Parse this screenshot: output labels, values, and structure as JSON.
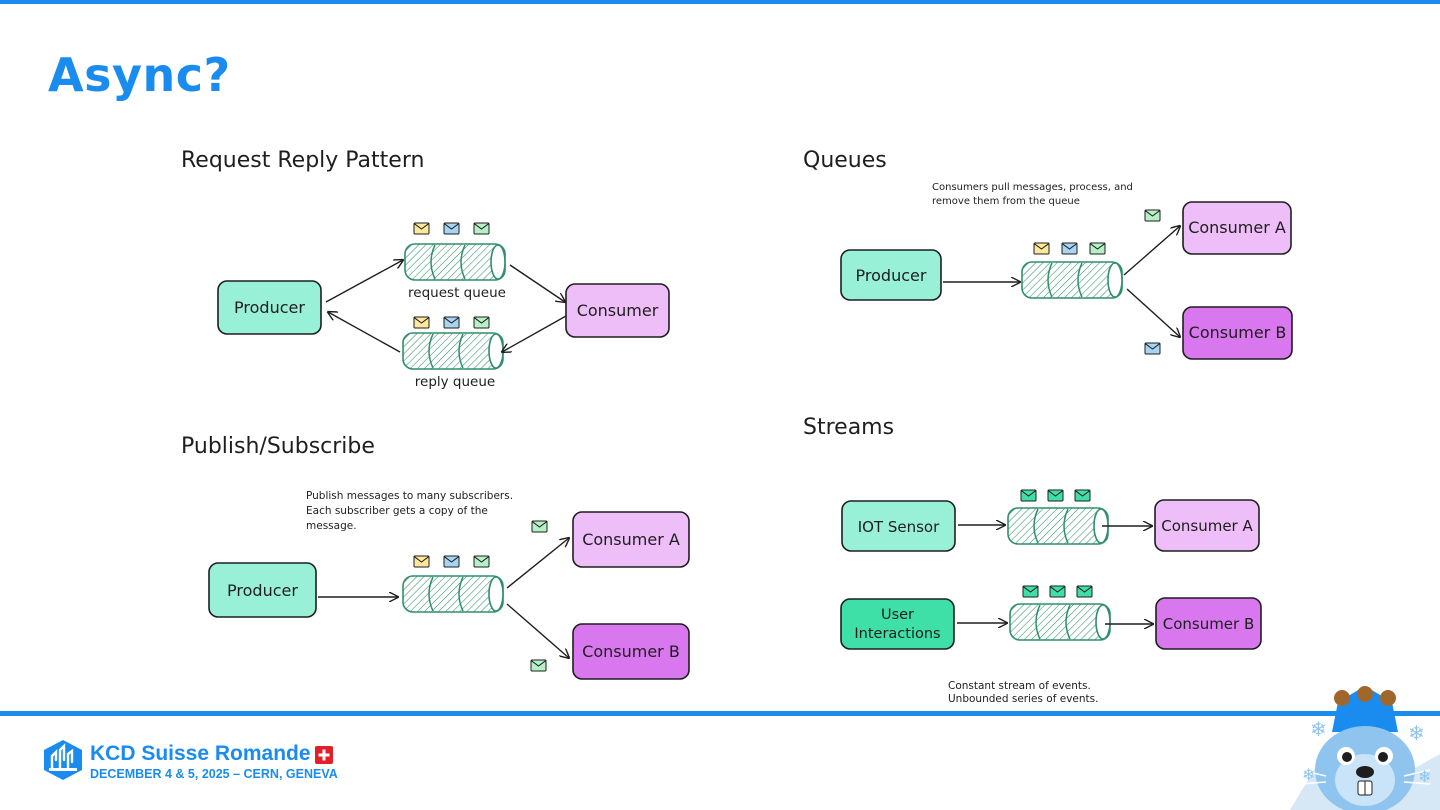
{
  "slide": {
    "title": "Async?"
  },
  "request_reply": {
    "heading": "Request Reply Pattern",
    "producer": "Producer",
    "consumer": "Consumer",
    "request_queue_label": "request queue",
    "reply_queue_label": "reply queue"
  },
  "queues": {
    "heading": "Queues",
    "note_line1": "Consumers pull messages, process, and",
    "note_line2": "remove them from the queue",
    "producer": "Producer",
    "consumer_a": "Consumer A",
    "consumer_b": "Consumer B"
  },
  "pubsub": {
    "heading": "Publish/Subscribe",
    "note_line1": "Publish messages to many subscribers.",
    "note_line2": "Each subscriber gets a copy of the",
    "note_line3": "message.",
    "producer": "Producer",
    "consumer_a": "Consumer A",
    "consumer_b": "Consumer B"
  },
  "streams": {
    "heading": "Streams",
    "source_1": "IOT Sensor",
    "source_2_line1": "User",
    "source_2_line2": "Interactions",
    "consumer_a": "Consumer A",
    "consumer_b": "Consumer B",
    "note_line1": "Constant stream of events.",
    "note_line2": "Unbounded series of events."
  },
  "footer": {
    "brand": "KCD Suisse Romande",
    "date": "DECEMBER 4 & 5, 2025 – CERN, GENEVA"
  },
  "colors": {
    "accent_blue": "#1a8cf0",
    "producer_fill": "#98f0d6",
    "consumer_light": "#eebef8",
    "consumer_dark": "#d978ee",
    "user_interactions_fill": "#3ee0a8",
    "queue_green": "#2f8f6a"
  },
  "icons": [
    "envelope-icon",
    "swiss-flag-icon",
    "kcd-logo-icon",
    "mascot-beaver",
    "snowflake-icon"
  ]
}
